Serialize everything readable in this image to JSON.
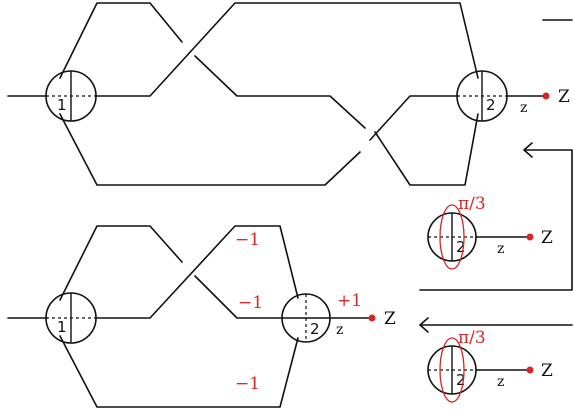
{
  "colors": {
    "line": "#111111",
    "accent": "#d62728"
  },
  "top_diagram": {
    "vertex_left": "1",
    "vertex_right": "2",
    "edge_label": "z",
    "endpoint_label": "Z"
  },
  "inset_top": {
    "angle_label": "π/3",
    "vertex_label": "2",
    "edge_label": "z",
    "endpoint_label": "Z"
  },
  "inset_bottom": {
    "angle_label": "π/3",
    "vertex_label": "2",
    "edge_label": "z",
    "endpoint_label": "Z"
  },
  "bottom_diagram": {
    "vertex_left": "1",
    "vertex_right": "2",
    "edge_label": "z",
    "endpoint_label": "Z",
    "phase_top": "−1",
    "phase_middle": "−1",
    "phase_bottom": "−1",
    "phase_out": "+1"
  }
}
